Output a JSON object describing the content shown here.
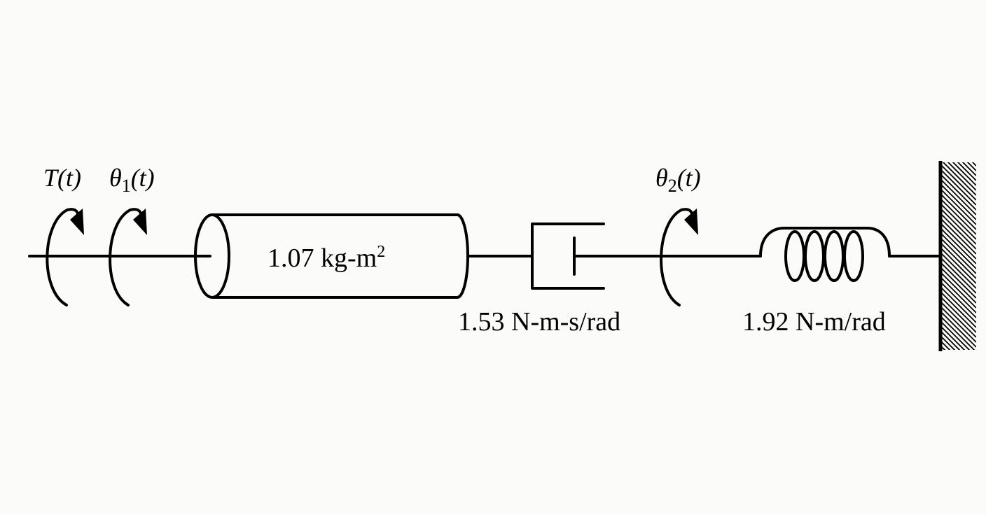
{
  "diagram": {
    "torque_label": {
      "symbol": "T",
      "arg": "(t)"
    },
    "theta1_label": {
      "symbol": "θ",
      "sub": "1",
      "arg": "(t)"
    },
    "theta2_label": {
      "symbol": "θ",
      "sub": "2",
      "arg": "(t)"
    },
    "inertia_label": {
      "value": "1.07 kg-m",
      "exp": "2"
    },
    "damper_label": "1.53 N-m-s/rad",
    "spring_label": "1.92 N-m/rad"
  }
}
